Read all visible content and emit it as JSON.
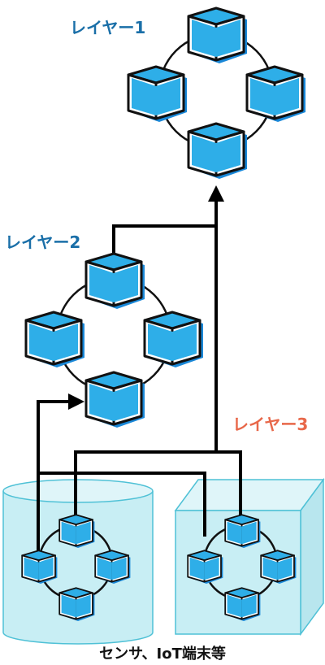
{
  "labels": {
    "layer1": "レイヤー1",
    "layer2": "レイヤー2",
    "layer3": "レイヤー3",
    "footer": "センサ、IoT端末等"
  },
  "colors": {
    "layer_label": "#1a6fa8",
    "layer3_label": "#e8684a",
    "cube_face": "#2eaee8",
    "cube_shadow": "#1a88d8",
    "container_fill": "#c8eef4",
    "container_stroke": "#4fc1d6"
  }
}
